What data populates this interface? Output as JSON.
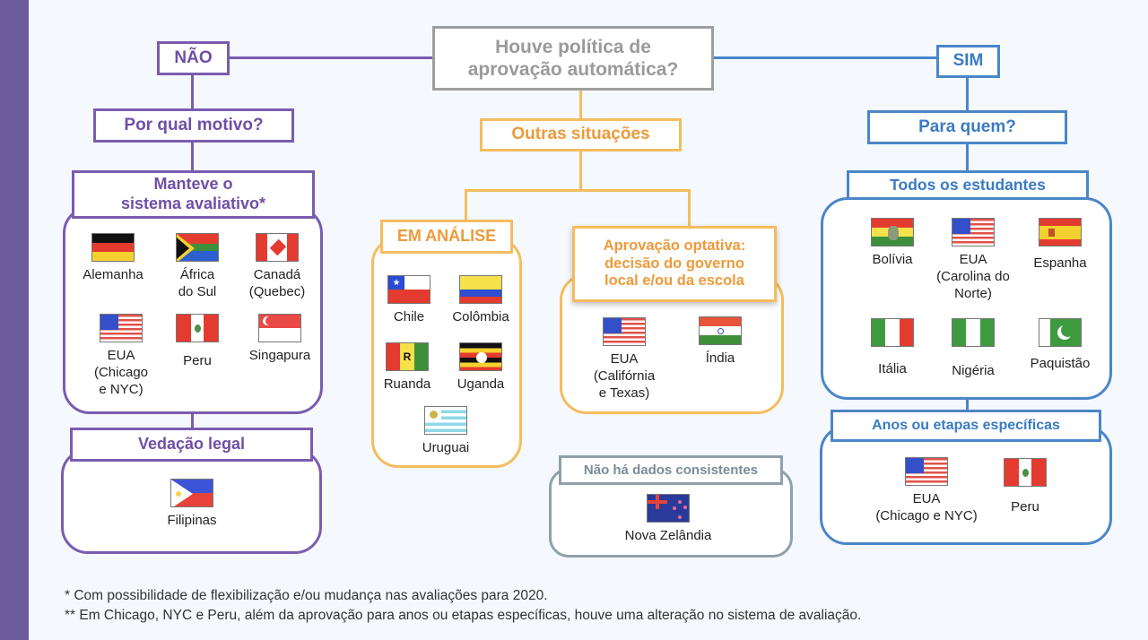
{
  "colors": {
    "sidebar": "#6b5b9a",
    "nao_branch": "#7a5cb0",
    "outras_branch": "#f3bd5f",
    "sim_branch": "#4a86c8",
    "root": "#9e9e9e",
    "no_data": "#8fa0aa"
  },
  "root": {
    "line1": "Houve política de",
    "line2": "aprovação automática?"
  },
  "nao": {
    "label": "NÃO",
    "question": "Por qual motivo?",
    "kept_system": {
      "line1": "Manteve o",
      "line2": "sistema avaliativo*",
      "countries": [
        {
          "flag": "germany-flag",
          "lines": [
            "Alemanha"
          ]
        },
        {
          "flag": "south-africa-flag",
          "lines": [
            "África",
            "do Sul"
          ]
        },
        {
          "flag": "canada-flag",
          "lines": [
            "Canadá",
            "(Quebec)"
          ]
        },
        {
          "flag": "usa-flag",
          "lines": [
            "EUA",
            "(Chicago",
            "e NYC)"
          ]
        },
        {
          "flag": "peru-flag",
          "lines": [
            "Peru"
          ]
        },
        {
          "flag": "singapore-flag",
          "lines": [
            "Singapura"
          ]
        }
      ]
    },
    "legal_ban": {
      "label": "Vedação legal",
      "countries": [
        {
          "flag": "philippines-flag",
          "lines": [
            "Filipinas"
          ]
        }
      ]
    }
  },
  "outras": {
    "label": "Outras situações",
    "em_analise": {
      "label": "EM ANÁLISE",
      "countries": [
        {
          "flag": "chile-flag",
          "lines": [
            "Chile"
          ]
        },
        {
          "flag": "colombia-flag",
          "lines": [
            "Colômbia"
          ]
        },
        {
          "flag": "rwanda-flag",
          "lines": [
            "Ruanda"
          ]
        },
        {
          "flag": "uganda-flag",
          "lines": [
            "Uganda"
          ]
        },
        {
          "flag": "uruguay-flag",
          "lines": [
            "Uruguai"
          ]
        }
      ]
    },
    "optativa": {
      "line1": "Aprovação optativa:",
      "line2": "decisão do governo",
      "line3": "local e/ou da escola",
      "countries": [
        {
          "flag": "usa-flag",
          "lines": [
            "EUA",
            "(Califórnia",
            "e Texas)"
          ]
        },
        {
          "flag": "india-flag",
          "lines": [
            "Índia"
          ]
        }
      ]
    },
    "sem_dados": {
      "label": "Não há dados consistentes",
      "countries": [
        {
          "flag": "new-zealand-flag",
          "lines": [
            "Nova Zelândia"
          ]
        }
      ]
    }
  },
  "sim": {
    "label": "SIM",
    "question": "Para quem?",
    "todos": {
      "label": "Todos os estudantes",
      "countries": [
        {
          "flag": "bolivia-flag",
          "lines": [
            "Bolívia"
          ]
        },
        {
          "flag": "usa-flag",
          "lines": [
            "EUA",
            "(Carolina do",
            "Norte)"
          ]
        },
        {
          "flag": "spain-flag",
          "lines": [
            "Espanha"
          ]
        },
        {
          "flag": "italy-flag",
          "lines": [
            "Itália"
          ]
        },
        {
          "flag": "nigeria-flag",
          "lines": [
            "Nigéria"
          ]
        },
        {
          "flag": "pakistan-flag",
          "lines": [
            "Paquistão"
          ]
        }
      ]
    },
    "anos": {
      "label": "Anos ou etapas específicas",
      "countries": [
        {
          "flag": "usa-flag",
          "lines": [
            "EUA",
            "(Chicago e NYC)"
          ]
        },
        {
          "flag": "peru-flag",
          "lines": [
            "Peru"
          ]
        }
      ]
    }
  },
  "footnotes": {
    "note1": "* Com possibilidade de flexibilização e/ou mudança nas avaliações para 2020.",
    "note2": "** Em Chicago, NYC e Peru, além da aprovação para anos ou etapas específicas, houve uma alteração no sistema de avaliação."
  }
}
